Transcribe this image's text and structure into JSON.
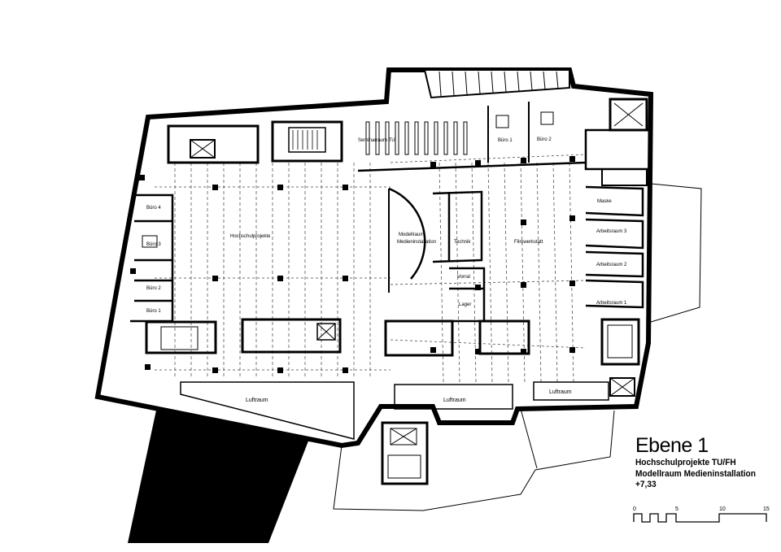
{
  "rooms": {
    "hochschulprojekte": "Hochschulprojekte",
    "seminarraum": "Seminarraum TU",
    "buero1": "Büro 1",
    "buero2": "Büro 2",
    "buero_links_4": "Büro 4",
    "buero_links_3": "Büro 3",
    "buero_links_2": "Büro 2",
    "buero_links_1": "Büro 1",
    "modellraum_line1": "Modellraum",
    "modellraum_line2": "Medieninstallation",
    "technik": "Technik",
    "filmwerkstatt": "Filmwerkstatt",
    "vorrat": "Vorrat",
    "lager": "Lager",
    "maske": "Maske",
    "arbeitsraum3": "Arbeitsraum 3",
    "arbeitsraum2": "Arbeitsraum 2",
    "arbeitsraum1": "Arbeitsraum 1",
    "luftraum_1": "Luftraum",
    "luftraum_2": "Luftraum",
    "luftraum_3": "Luftraum"
  },
  "legend": {
    "title": "Ebene 1",
    "line1": "Hochschulprojekte TU/FH",
    "line2": "Modellraum Medieninstallation",
    "line3": "+7,33"
  },
  "scale": {
    "ticks": [
      "0",
      "5",
      "10",
      "15"
    ]
  }
}
